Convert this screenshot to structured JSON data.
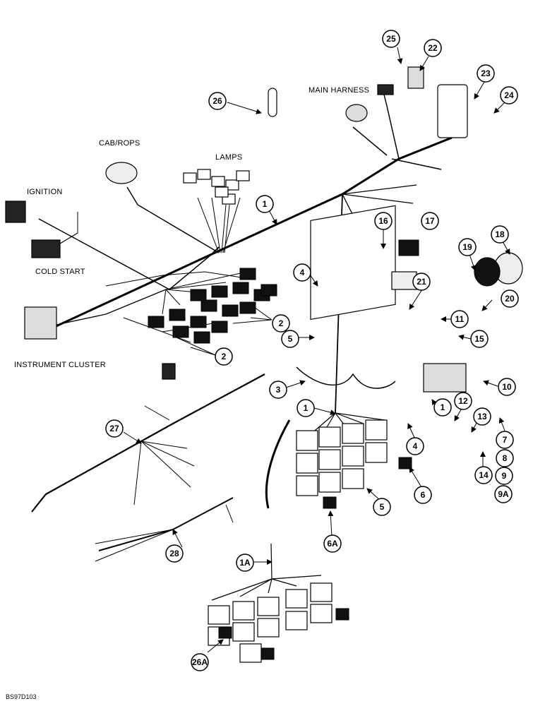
{
  "labels": {
    "main_harness": "MAIN HARNESS",
    "cab_rops": "CAB/ROPS",
    "lamps": "LAMPS",
    "ignition": "IGNITION",
    "cold_start": "COLD START",
    "instrument_cluster": "INSTRUMENT CLUSTER"
  },
  "callouts": {
    "c25": "25",
    "c22": "22",
    "c23": "23",
    "c24": "24",
    "c26": "26",
    "c1a": "1",
    "c1b": "1",
    "c1c": "1",
    "c16": "16",
    "c17": "17",
    "c18": "18",
    "c19": "19",
    "c4a": "4",
    "c21": "21",
    "c20": "20",
    "c11": "11",
    "c15": "15",
    "c2a": "2",
    "c2b": "2",
    "c5a": "5",
    "c3": "3",
    "c10": "10",
    "c12": "12",
    "c13": "13",
    "c27": "27",
    "c4b": "4",
    "c6": "6",
    "c7": "7",
    "c8": "8",
    "c9": "9",
    "c9a": "9A",
    "c14": "14",
    "c5b": "5",
    "c6a": "6A",
    "c28": "28",
    "c1aa": "1A",
    "c26a": "26A"
  },
  "figure_code": "BS97D103"
}
